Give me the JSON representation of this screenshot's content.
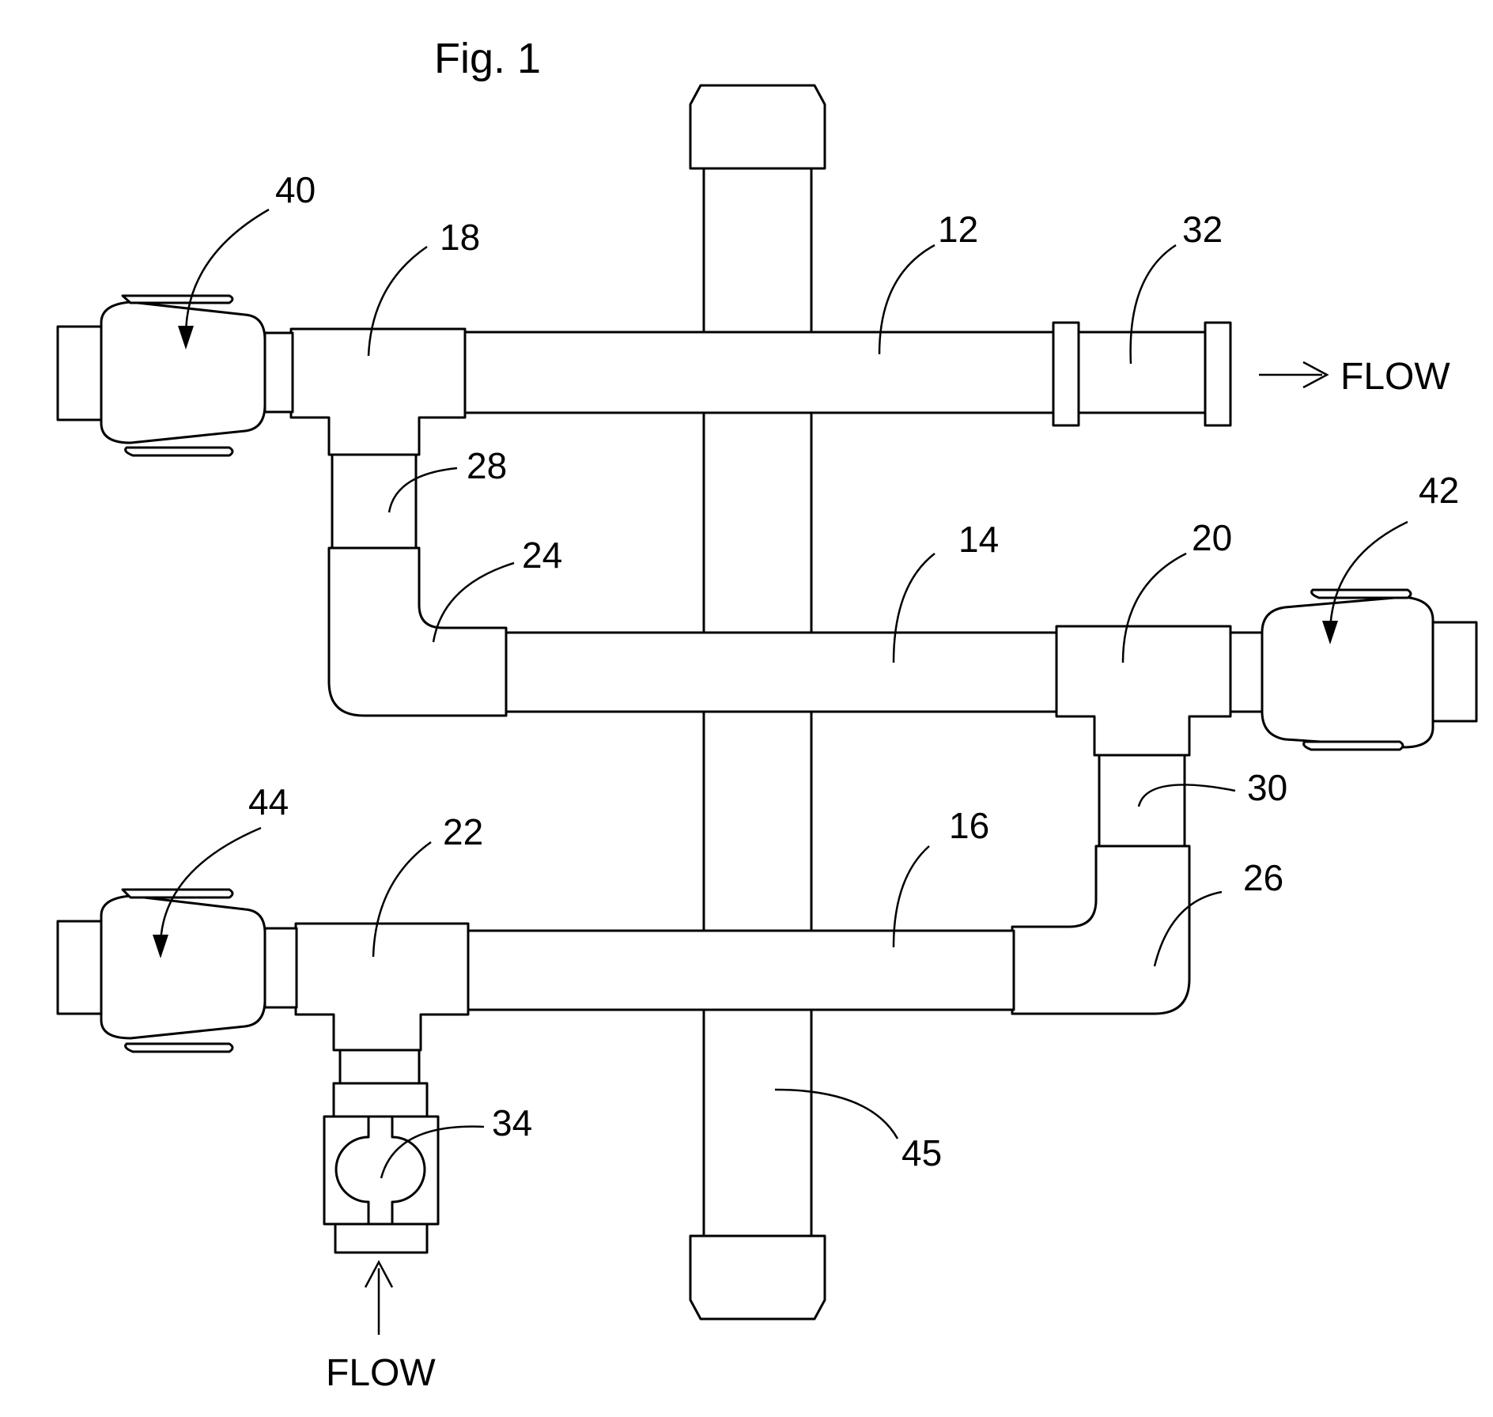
{
  "figure": {
    "caption": "Fig. 1",
    "flow_outlet_label": "FLOW",
    "flow_inlet_label": "FLOW"
  },
  "labels": {
    "n12": "12",
    "n14": "14",
    "n16": "16",
    "n18": "18",
    "n20": "20",
    "n22": "22",
    "n24": "24",
    "n26": "26",
    "n28": "28",
    "n30": "30",
    "n32": "32",
    "n34": "34",
    "n40": "40",
    "n42": "42",
    "n44": "44",
    "n45": "45"
  }
}
